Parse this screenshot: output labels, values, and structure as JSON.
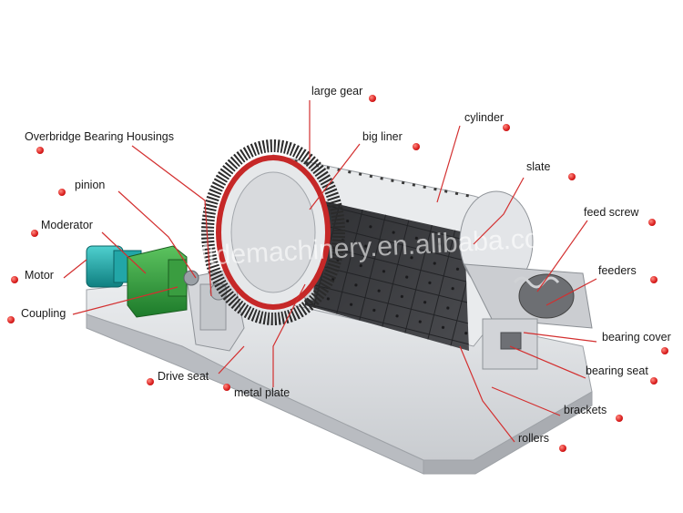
{
  "watermark": "ftdemachinery.en.alibaba.com",
  "colors": {
    "leader": "#d32f2f",
    "dot": "#d81b1b",
    "frame": "#d7d9dc",
    "cylinder_dark": "#3c3d40",
    "gear_ring": "#c62828",
    "motor": "#19a7a9",
    "reducer": "#2e9e3a"
  },
  "labels": [
    {
      "id": "large-gear",
      "text": "large gear"
    },
    {
      "id": "cylinder",
      "text": "cylinder"
    },
    {
      "id": "overbridge-bearing-housings",
      "text": "Overbridge Bearing Housings"
    },
    {
      "id": "big-liner",
      "text": "big liner"
    },
    {
      "id": "slate",
      "text": "slate"
    },
    {
      "id": "pinion",
      "text": "pinion"
    },
    {
      "id": "feed-screw",
      "text": "feed screw"
    },
    {
      "id": "moderator",
      "text": "Moderator"
    },
    {
      "id": "feeders",
      "text": "feeders"
    },
    {
      "id": "motor",
      "text": "Motor"
    },
    {
      "id": "coupling",
      "text": "Coupling"
    },
    {
      "id": "bearing-cover",
      "text": "bearing cover"
    },
    {
      "id": "bearing-seat",
      "text": "bearing seat"
    },
    {
      "id": "drive-seat",
      "text": "Drive seat"
    },
    {
      "id": "metal-plate",
      "text": "metal plate"
    },
    {
      "id": "brackets",
      "text": "brackets"
    },
    {
      "id": "rollers",
      "text": "rollers"
    }
  ]
}
